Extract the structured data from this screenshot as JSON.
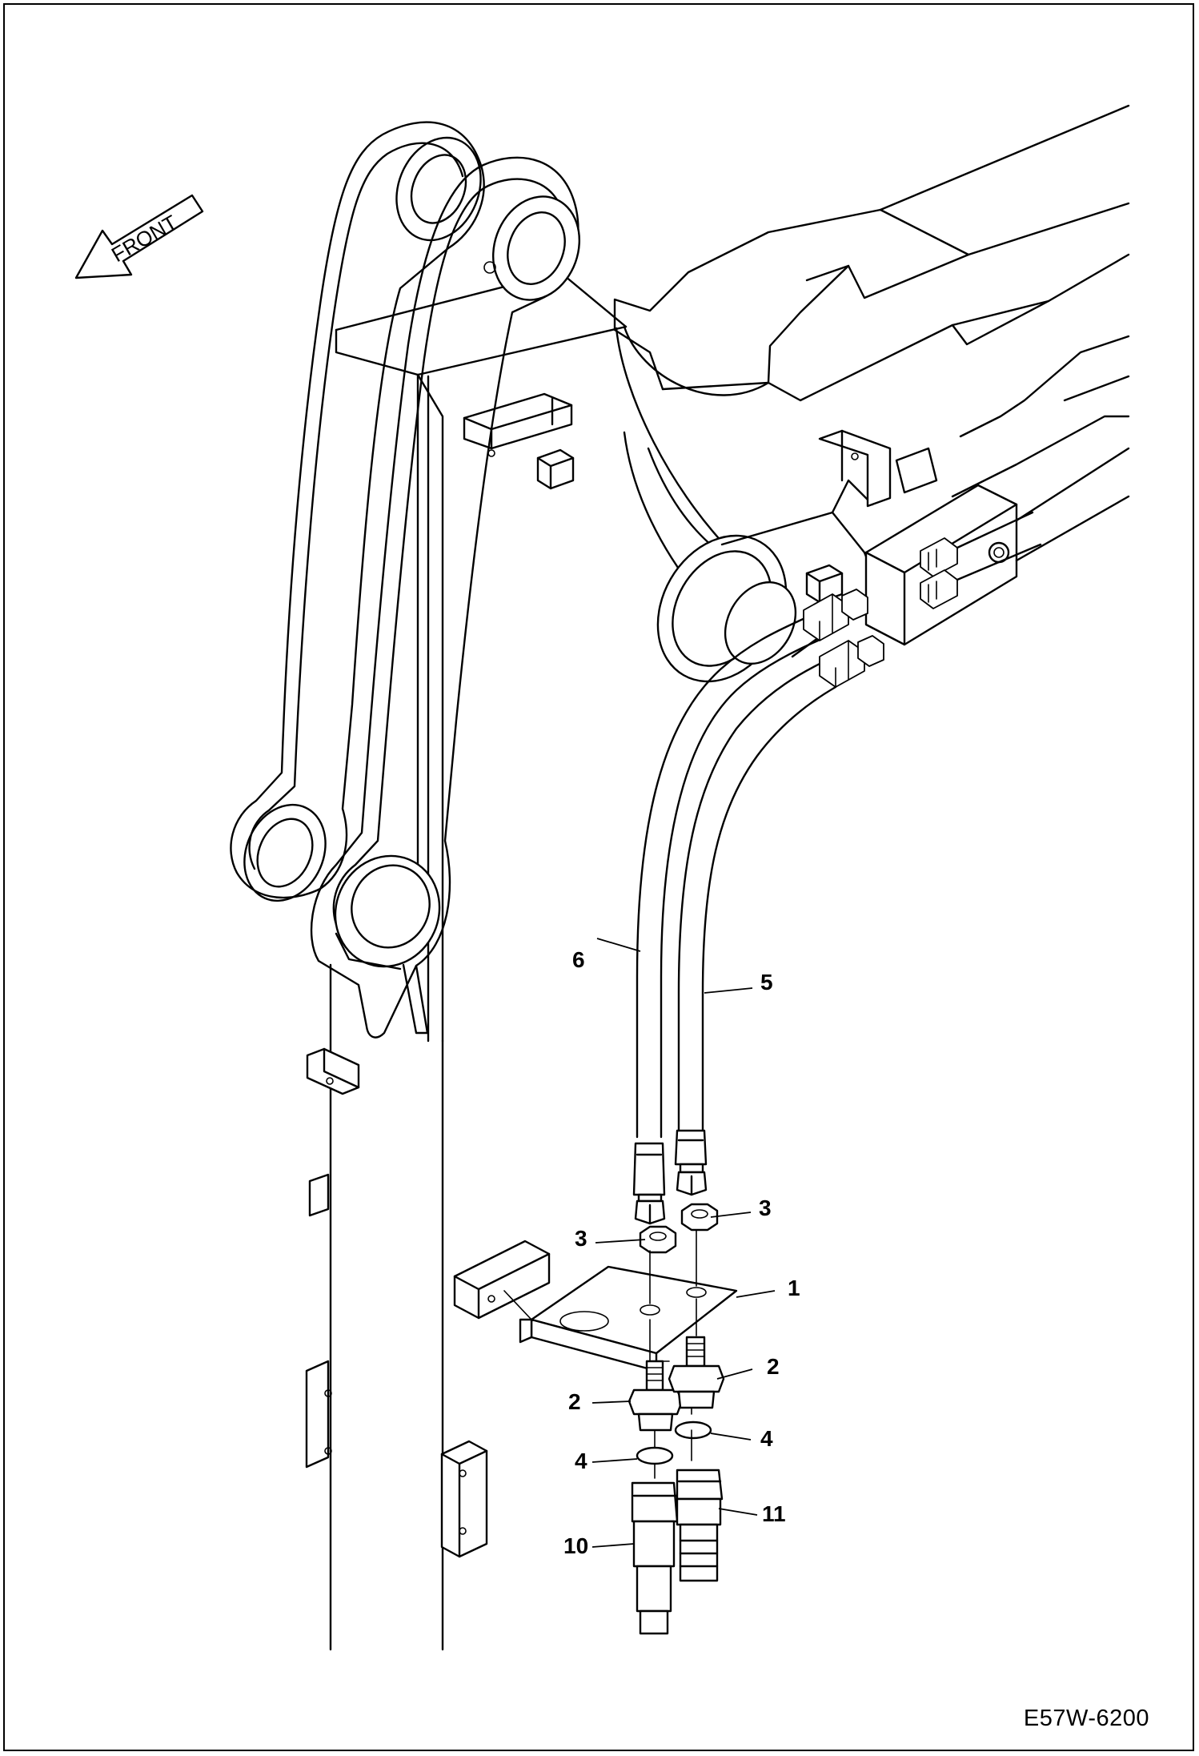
{
  "direction_label": "FRONT",
  "drawing_code": "E57W-6200",
  "callouts": [
    {
      "id": "1"
    },
    {
      "id": "2a",
      "label": "2"
    },
    {
      "id": "2b",
      "label": "2"
    },
    {
      "id": "3a",
      "label": "3"
    },
    {
      "id": "3b",
      "label": "3"
    },
    {
      "id": "4a",
      "label": "4"
    },
    {
      "id": "4b",
      "label": "4"
    },
    {
      "id": "5"
    },
    {
      "id": "6"
    },
    {
      "id": "10"
    },
    {
      "id": "11"
    }
  ],
  "labels": {
    "c1": "1",
    "c2a": "2",
    "c2b": "2",
    "c3a": "3",
    "c3b": "3",
    "c4a": "4",
    "c4b": "4",
    "c5": "5",
    "c6": "6",
    "c10": "10",
    "c11": "11"
  }
}
